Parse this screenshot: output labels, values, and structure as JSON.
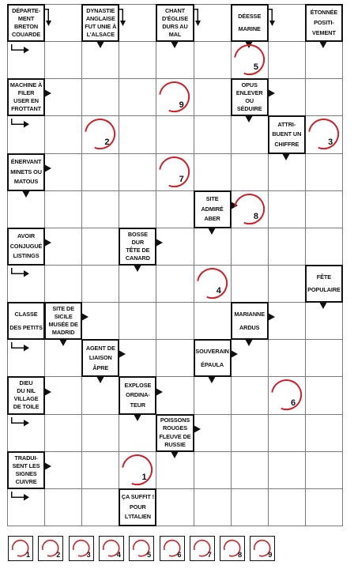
{
  "colors": {
    "circle": "#d0202a",
    "grid": "#7a7a7a",
    "ink": "#111111"
  },
  "icons": {
    "arrow": "arrow-icon",
    "circle": "circle-marker-icon"
  },
  "grid": {
    "cols": 9,
    "rows": 14
  },
  "clues": [
    {
      "col": 0,
      "row": 0,
      "lines": [
        "DÉPARTE-",
        "MENT",
        "BRETON",
        "COUARDE"
      ],
      "arrows": [
        "right-down",
        "down-right"
      ]
    },
    {
      "col": 2,
      "row": 0,
      "lines": [
        "DYNASTIE",
        "ANGLAISE",
        "FUT UNIE À",
        "L'ALSACE"
      ],
      "arrows": [
        "right-down",
        "down"
      ]
    },
    {
      "col": 4,
      "row": 0,
      "lines": [
        "CHANT",
        "D'ÉGLISE",
        "DURS AU",
        "MAL"
      ],
      "arrows": [
        "right-down",
        "down"
      ]
    },
    {
      "col": 6,
      "row": 0,
      "lines": [
        "DÉESSE",
        "MARINE"
      ],
      "arrows": [
        "right-down",
        "down"
      ]
    },
    {
      "col": 8,
      "row": 0,
      "lines": [
        "ÉTONNÉE",
        "POSITI-",
        "VEMENT"
      ],
      "arrows": [
        "down"
      ]
    },
    {
      "col": 0,
      "row": 2,
      "lines": [
        "MACHINE À",
        "FILER",
        "USER EN",
        "FROTTANT"
      ],
      "arrows": [
        "right",
        "down-right"
      ]
    },
    {
      "col": 6,
      "row": 2,
      "lines": [
        "OPUS",
        "ENLEVER",
        "OU",
        "SÉDUIRE"
      ],
      "arrows": [
        "right",
        "down"
      ]
    },
    {
      "col": 7,
      "row": 3,
      "lines": [
        "ATTRI-",
        "BUENT UN",
        "CHIFFRE"
      ],
      "arrows": [
        "down"
      ]
    },
    {
      "col": 0,
      "row": 4,
      "lines": [
        "ÉNERVANT",
        "MINETS OU",
        "MATOUS"
      ],
      "arrows": [
        "right",
        "down"
      ]
    },
    {
      "col": 5,
      "row": 5,
      "lines": [
        "SITE",
        "ADMIRÉ",
        "ABER"
      ],
      "arrows": [
        "right",
        "down"
      ]
    },
    {
      "col": 0,
      "row": 6,
      "lines": [
        "AVOIR",
        "CONJUGUÉ",
        "LISTINGS"
      ],
      "arrows": [
        "right",
        "down-right"
      ]
    },
    {
      "col": 3,
      "row": 6,
      "lines": [
        "BOSSE",
        "DUR",
        "TÊTE DE",
        "CANARD"
      ],
      "arrows": [
        "right",
        "down"
      ]
    },
    {
      "col": 8,
      "row": 7,
      "lines": [
        "FÊTE",
        "POPULAIRE"
      ],
      "arrows": [
        "down"
      ]
    },
    {
      "col": 0,
      "row": 8,
      "lines": [
        "CLASSE",
        "DES PETITS"
      ],
      "arrows": [
        "right",
        "down-right"
      ]
    },
    {
      "col": 1,
      "row": 8,
      "lines": [
        "SITE DE",
        "SICILE",
        "MUSÉE DE",
        "MADRID"
      ],
      "arrows": [
        "right",
        "down"
      ]
    },
    {
      "col": 6,
      "row": 8,
      "lines": [
        "MARIANNE",
        "ARDUS"
      ],
      "arrows": [
        "right",
        "down"
      ]
    },
    {
      "col": 2,
      "row": 9,
      "lines": [
        "AGENT DE",
        "LIAISON",
        "ÂPRE"
      ],
      "arrows": [
        "right",
        "down"
      ]
    },
    {
      "col": 5,
      "row": 9,
      "lines": [
        "SOUVERAIN",
        "ÉPAULA"
      ],
      "arrows": [
        "right",
        "down"
      ]
    },
    {
      "col": 0,
      "row": 10,
      "lines": [
        "DIEU",
        "DU NIL",
        "VILLAGE",
        "DE TOILE"
      ],
      "arrows": [
        "right",
        "down-right"
      ]
    },
    {
      "col": 3,
      "row": 10,
      "lines": [
        "EXPLOSE",
        "ORDINA-",
        "TEUR"
      ],
      "arrows": [
        "right",
        "down"
      ]
    },
    {
      "col": 4,
      "row": 11,
      "lines": [
        "POISSONS",
        "ROUGES",
        "FLEUVE DE",
        "RUSSIE"
      ],
      "arrows": [
        "right",
        "down"
      ]
    },
    {
      "col": 0,
      "row": 12,
      "lines": [
        "TRADUI-",
        "SENT LES",
        "SIGNES",
        "CUIVRE"
      ],
      "arrows": [
        "right",
        "down-right"
      ]
    },
    {
      "col": 3,
      "row": 13,
      "lines": [
        "ÇA SUFFIT !",
        "POUR",
        "L'ITALIEN"
      ],
      "arrows": []
    }
  ],
  "circles": [
    {
      "col": 6,
      "row": 1,
      "number": "5"
    },
    {
      "col": 4,
      "row": 2,
      "number": "9"
    },
    {
      "col": 2,
      "row": 3,
      "number": "2"
    },
    {
      "col": 8,
      "row": 3,
      "number": "3"
    },
    {
      "col": 4,
      "row": 4,
      "number": "7"
    },
    {
      "col": 6,
      "row": 5,
      "number": "8"
    },
    {
      "col": 5,
      "row": 7,
      "number": "4"
    },
    {
      "col": 7,
      "row": 10,
      "number": "6"
    },
    {
      "col": 3,
      "row": 12,
      "number": "1"
    }
  ],
  "answer_strip": [
    "1",
    "2",
    "3",
    "4",
    "5",
    "6",
    "7",
    "8",
    "9"
  ]
}
